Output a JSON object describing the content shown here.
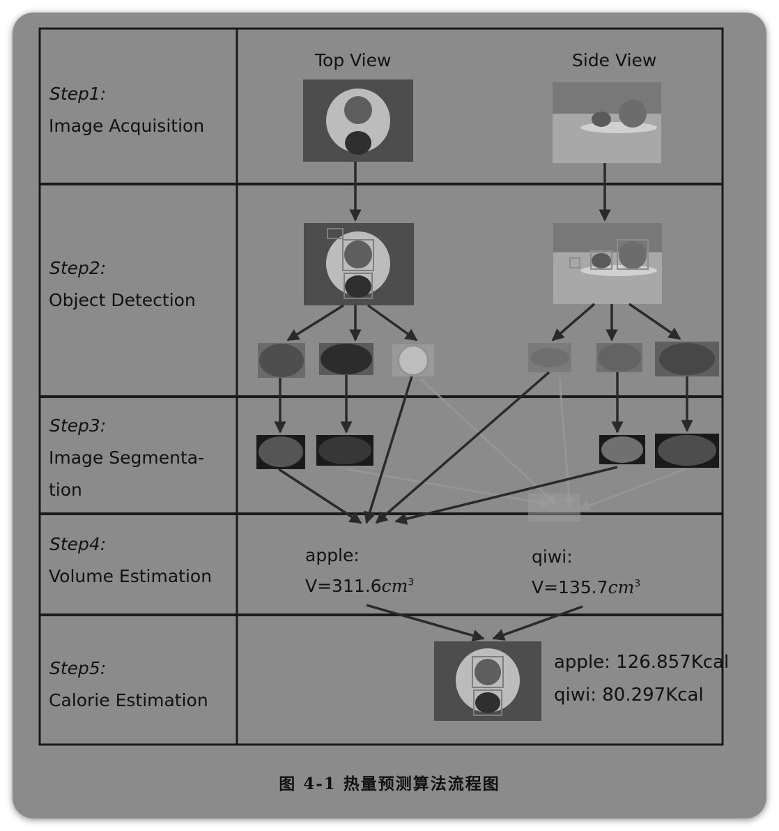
{
  "steps": [
    {
      "num": "Step1:",
      "name": "Image Acquisition"
    },
    {
      "num": "Step2:",
      "name": "Object Detection"
    },
    {
      "num": "Step3:",
      "name": "Image Segmenta-",
      "name2": "tion"
    },
    {
      "num": "Step4:",
      "name": "Volume Estimation"
    },
    {
      "num": "Step5:",
      "name": "Calorie Estimation"
    }
  ],
  "columns": {
    "top_view": "Top View",
    "side_view": "Side View"
  },
  "volume": {
    "apple_label": "apple:",
    "apple_prefix": "V=311.6",
    "apple_unit": "cm",
    "apple_exp": "3",
    "qiwi_label": "qiwi:",
    "qiwi_prefix": "V=135.7",
    "qiwi_unit": "cm",
    "qiwi_exp": "3"
  },
  "calorie": {
    "apple": "apple: 126.857Kcal",
    "qiwi": "qiwi: 80.297Kcal"
  },
  "caption": "图 4-1  热量预测算法流程图"
}
